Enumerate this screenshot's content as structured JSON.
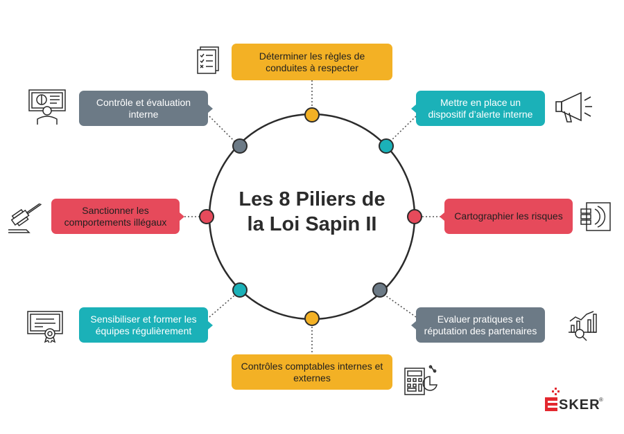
{
  "title": "Les 8 Piliers de la Loi Sapin II",
  "title_lines": [
    "Les 8 Piliers de",
    "la Loi Sapin II"
  ],
  "colors": {
    "yellow": "#f3b125",
    "teal": "#1bb1b8",
    "red": "#e64a5b",
    "gray": "#6c7a86",
    "circle": "#2b2b2b",
    "logo_red": "#e3282f"
  },
  "pillars": [
    {
      "id": "regles",
      "label": "Déterminer les règles de conduites à respecter",
      "color": "yellow",
      "icon": "checklist-icon"
    },
    {
      "id": "alerte",
      "label": "Mettre en place un dispositif d’alerte interne",
      "color": "teal",
      "icon": "megaphone-icon"
    },
    {
      "id": "risques",
      "label": "Cartographier les risques",
      "color": "red",
      "icon": "risk-map-icon"
    },
    {
      "id": "partenaires",
      "label": "Evaluer pratiques et réputation des partenaires",
      "color": "gray",
      "icon": "chart-magnifier-icon"
    },
    {
      "id": "comptables",
      "label": "Contrôles comptables internes et externes",
      "color": "yellow",
      "icon": "calculator-icon"
    },
    {
      "id": "former",
      "label": "Sensibiliser et former les équipes régulièrement",
      "color": "teal",
      "icon": "certificate-icon"
    },
    {
      "id": "sanctionner",
      "label": "Sanctionner les comportements illégaux",
      "color": "red",
      "icon": "gavel-icon"
    },
    {
      "id": "controle",
      "label": "Contrôle et évaluation interne",
      "color": "gray",
      "icon": "presentation-icon"
    }
  ],
  "logo": {
    "text": "SKER",
    "trademark": "®",
    "name": "ESKER"
  }
}
